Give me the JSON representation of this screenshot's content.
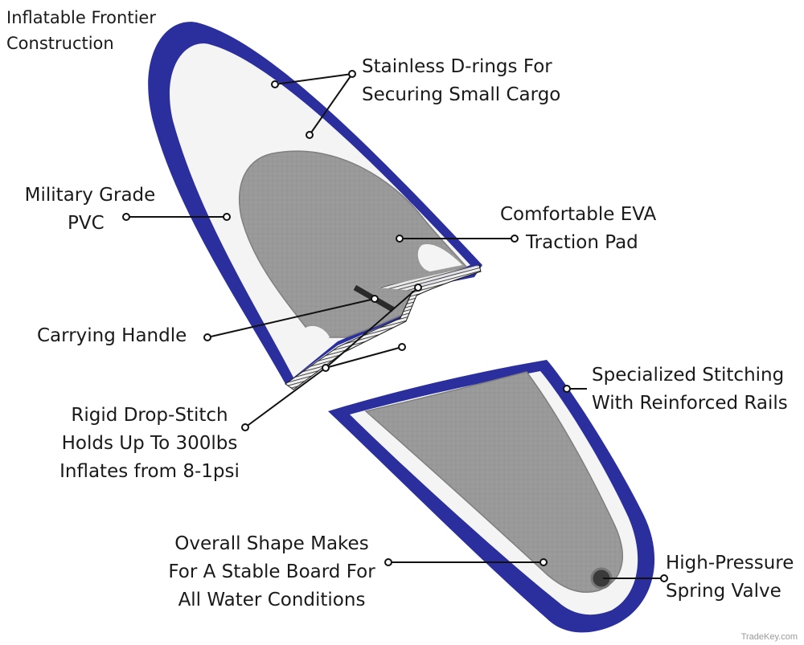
{
  "labels": {
    "inflatable": [
      "Inflatable Frontier",
      "Construction"
    ],
    "d_rings": [
      "Stainless D-rings For",
      "Securing Small Cargo"
    ],
    "pvc": [
      "Military Grade",
      "PVC"
    ],
    "eva": [
      "Comfortable EVA",
      "Traction Pad"
    ],
    "handle": [
      "Carrying Handle"
    ],
    "drop_stitch": [
      "Rigid Drop-Stitch",
      "Holds Up To 300lbs",
      "Inflates from 8-1psi"
    ],
    "stitching": [
      "Specialized Stitching",
      "With Reinforced Rails"
    ],
    "shape": [
      "Overall Shape Makes",
      "For A Stable Board For",
      "All Water Conditions"
    ],
    "valve": [
      "High-Pressure",
      "Spring Valve"
    ]
  },
  "watermark": "TradeKey.com",
  "colors": {
    "rail": "#2b2f9e",
    "deck": "#f4f4f4",
    "pad": "#9b9b9b",
    "pad_edge": "#7f7f7f",
    "leader": "#111111"
  }
}
